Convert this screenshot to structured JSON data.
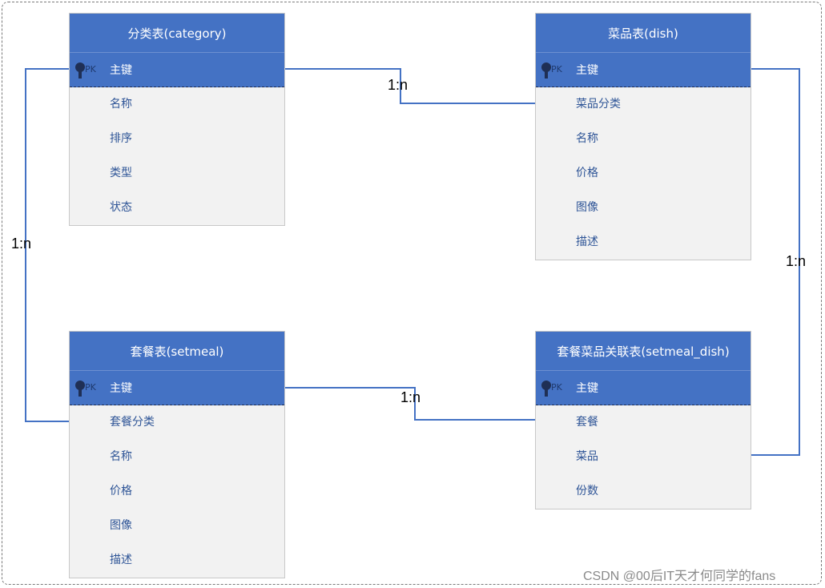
{
  "entities": {
    "category": {
      "title": "分类表(category)",
      "pk_badge": "PK",
      "pk_label": "主键",
      "fields": [
        "名称",
        "排序",
        "类型",
        "状态"
      ]
    },
    "dish": {
      "title": "菜品表(dish)",
      "pk_badge": "PK",
      "pk_label": "主键",
      "fields": [
        "菜品分类",
        "名称",
        "价格",
        "图像",
        "描述"
      ]
    },
    "setmeal": {
      "title": "套餐表(setmeal)",
      "pk_badge": "PK",
      "pk_label": "主键",
      "fields": [
        "套餐分类",
        "名称",
        "价格",
        "图像",
        "描述"
      ]
    },
    "setmeal_dish": {
      "title": "套餐菜品关联表(setmeal_dish)",
      "pk_badge": "PK",
      "pk_label": "主键",
      "fields": [
        "套餐",
        "菜品",
        "份数"
      ]
    }
  },
  "relations": {
    "category_dish": "1:n",
    "category_setmeal": "1:n",
    "dish_setmeal_dish": "1:n",
    "setmeal_setmeal_dish": "1:n"
  },
  "watermark": "CSDN @00后IT天才何同学的fans",
  "colors": {
    "header": "#4472c4",
    "body": "#f2f2f2",
    "field_text": "#2f5597",
    "connector": "#4472c4"
  }
}
